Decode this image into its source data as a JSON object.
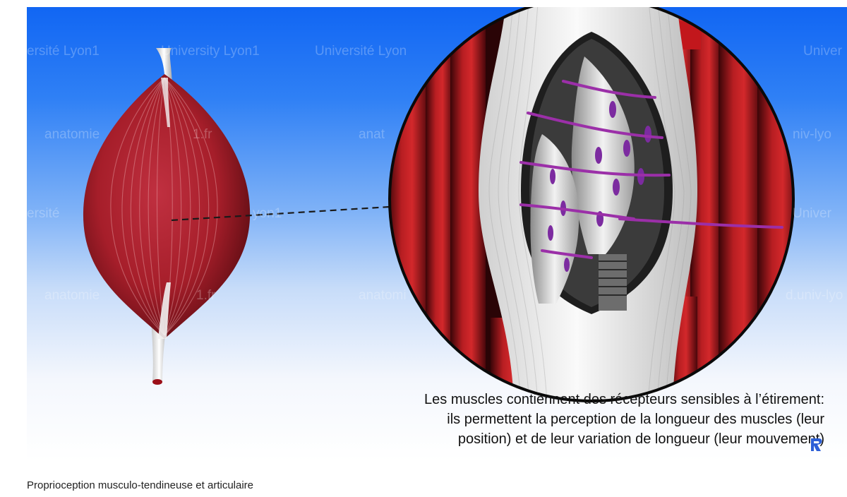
{
  "video": {
    "watermarks": [
      "ersité Lyon1",
      "University Lyon1",
      "Université Lyon",
      "Univer",
      "anatomie",
      "1.fr",
      "anat",
      "niv-lyo",
      "ersité",
      "yon1",
      "Univer",
      "anatomie",
      "1.fr",
      "anatomi",
      "d.univ-lyo"
    ],
    "caption_lines": [
      "Les muscles contiennent des récepteurs sensibles à l’étirement:",
      "ils permettent la perception de la longueur des muscles (leur",
      "position) et de leur variation de longueur (leur mouvement)"
    ]
  },
  "page": {
    "caption": "Proprioception musculo-tendineuse et articulaire"
  },
  "colors": {
    "muscle": "#a61e2a",
    "muscle_dark": "#6e0f16",
    "tendon": "#e6e6e6",
    "sky_top": "#1166f3",
    "nerve": "#9b2fa8"
  }
}
